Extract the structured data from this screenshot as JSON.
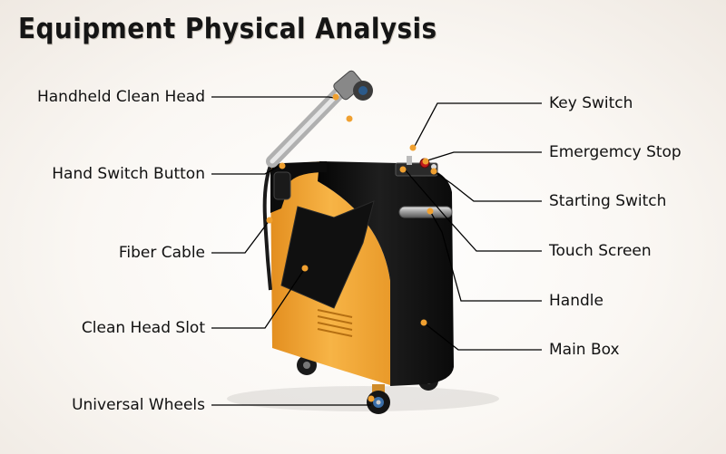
{
  "title": "Equipment Physical Analysis",
  "labels_left": [
    {
      "id": "handheld-clean-head",
      "text": "Handheld Clean Head"
    },
    {
      "id": "hand-switch-button",
      "text": "Hand Switch Button"
    },
    {
      "id": "fiber-cable",
      "text": "Fiber Cable"
    },
    {
      "id": "clean-head-slot",
      "text": "Clean Head Slot"
    },
    {
      "id": "universal-wheels",
      "text": "Universal Wheels"
    }
  ],
  "labels_right": [
    {
      "id": "key-switch",
      "text": "Key Switch"
    },
    {
      "id": "emergency-stop",
      "text": "Emergemcy Stop"
    },
    {
      "id": "starting-switch",
      "text": "Starting Switch"
    },
    {
      "id": "touch-screen",
      "text": "Touch Screen"
    },
    {
      "id": "handle",
      "text": "Handle"
    },
    {
      "id": "main-box",
      "text": "Main Box"
    }
  ],
  "colors": {
    "machine_orange": "#f2a532",
    "machine_black": "#111111",
    "marker": "#f0a030",
    "leader_line": "#000000"
  }
}
